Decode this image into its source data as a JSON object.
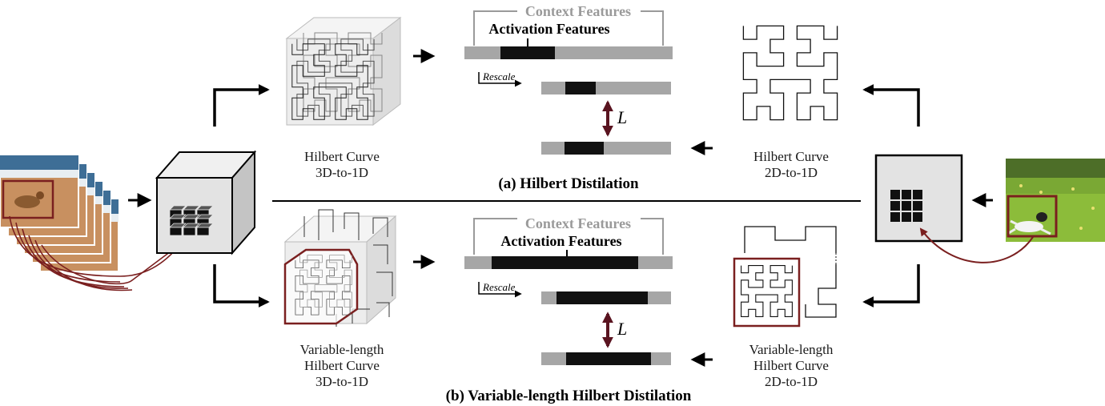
{
  "section_a": {
    "title": "(a) Hilbert Distilation",
    "curve3d_caption": [
      "Hilbert Curve",
      "3D-to-1D"
    ],
    "curve2d_caption": [
      "Hilbert Curve",
      "2D-to-1D"
    ],
    "context_label": "Context Features",
    "activation_label": "Activation Features",
    "rescale_label": "Rescale",
    "loss_label": "L"
  },
  "section_b": {
    "title": "(b) Variable-length Hilbert Distilation",
    "curve3d_caption": [
      "Variable-length",
      "Hilbert Curve",
      "3D-to-1D"
    ],
    "curve2d_caption": [
      "Variable-length",
      "Hilbert Curve",
      "2D-to-1D"
    ],
    "context_label": "Context Features",
    "activation_label": "Activation Features",
    "rescale_label": "Rescale",
    "loss_label": "L"
  },
  "colors": {
    "feature_gray": "#a6a6a6",
    "activation_black": "#111111",
    "highlight_maroon": "#7a1f1f",
    "loss_arrow": "#5a1420",
    "box_fill": "#e3e3e3"
  },
  "icons": {
    "video_frames": "video-frame-stack-icon",
    "image": "dog-on-grass-image-icon",
    "feature_cube": "3d-feature-cube-icon",
    "feature_square": "2d-feature-map-icon"
  }
}
